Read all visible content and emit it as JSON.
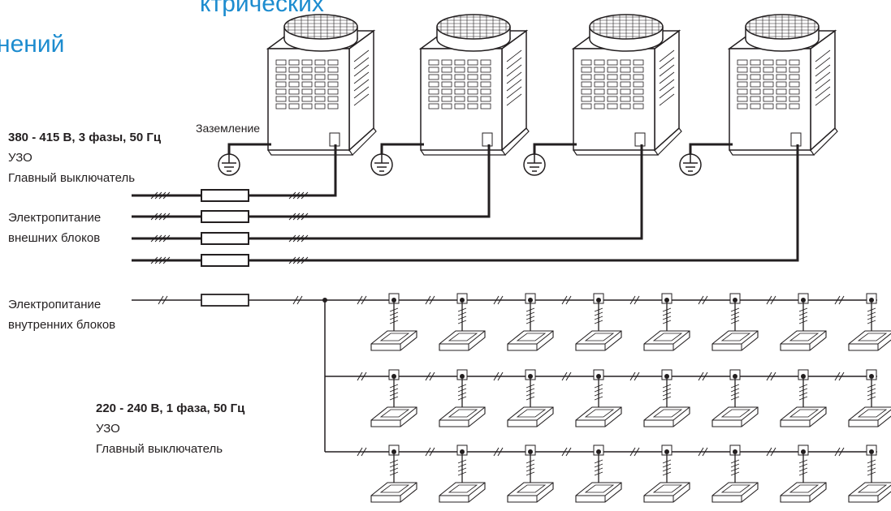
{
  "title": {
    "line1": "ктрических",
    "line2": "нений"
  },
  "outdoor": {
    "ground_label": "Заземление",
    "supply_spec": "380 - 415 В, 3 фазы, 50 Гц",
    "rcd": "УЗО",
    "main_switch": "Главный выключатель",
    "power_line1": "Электропитание",
    "power_line2": "внешних блоков",
    "unit_count": 4
  },
  "indoor": {
    "power_line1": "Электропитание",
    "power_line2": "внутренних блоков",
    "supply_spec": "220 - 240 В, 1 фаза, 50 Гц",
    "rcd": "УЗО",
    "main_switch": "Главный выключатель",
    "rows": 3,
    "units_per_row": 8
  },
  "colors": {
    "title": "#1d8ccf",
    "line": "#231f20"
  }
}
